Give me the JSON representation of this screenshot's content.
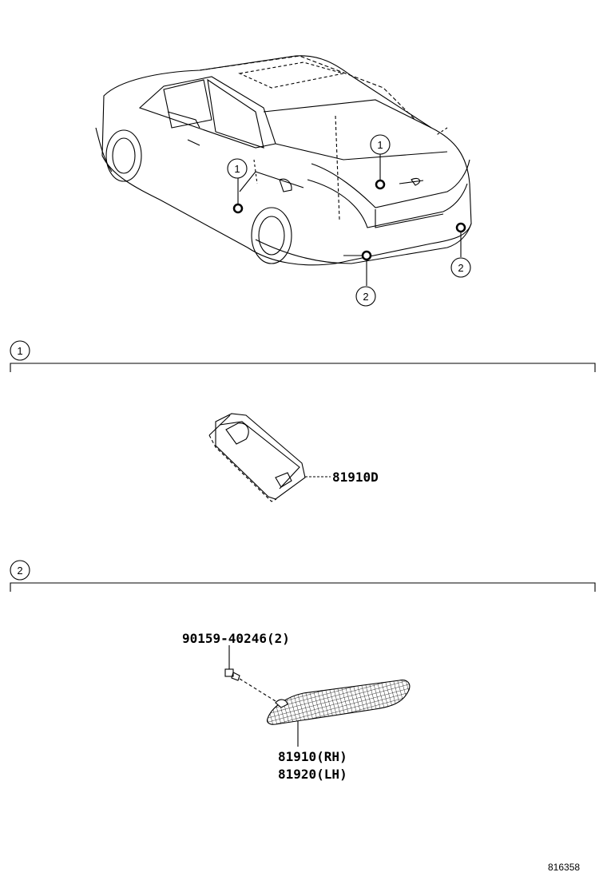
{
  "callouts": {
    "one": "1",
    "two": "2"
  },
  "section1": {
    "number": "1",
    "part": "81910D"
  },
  "section2": {
    "number": "2",
    "bolt": "90159-40246(2)",
    "part_rh": "81910(RH)",
    "part_lh": "81920(LH)"
  },
  "figure_id": "816358",
  "colors": {
    "line": "#000000",
    "background": "#ffffff"
  }
}
